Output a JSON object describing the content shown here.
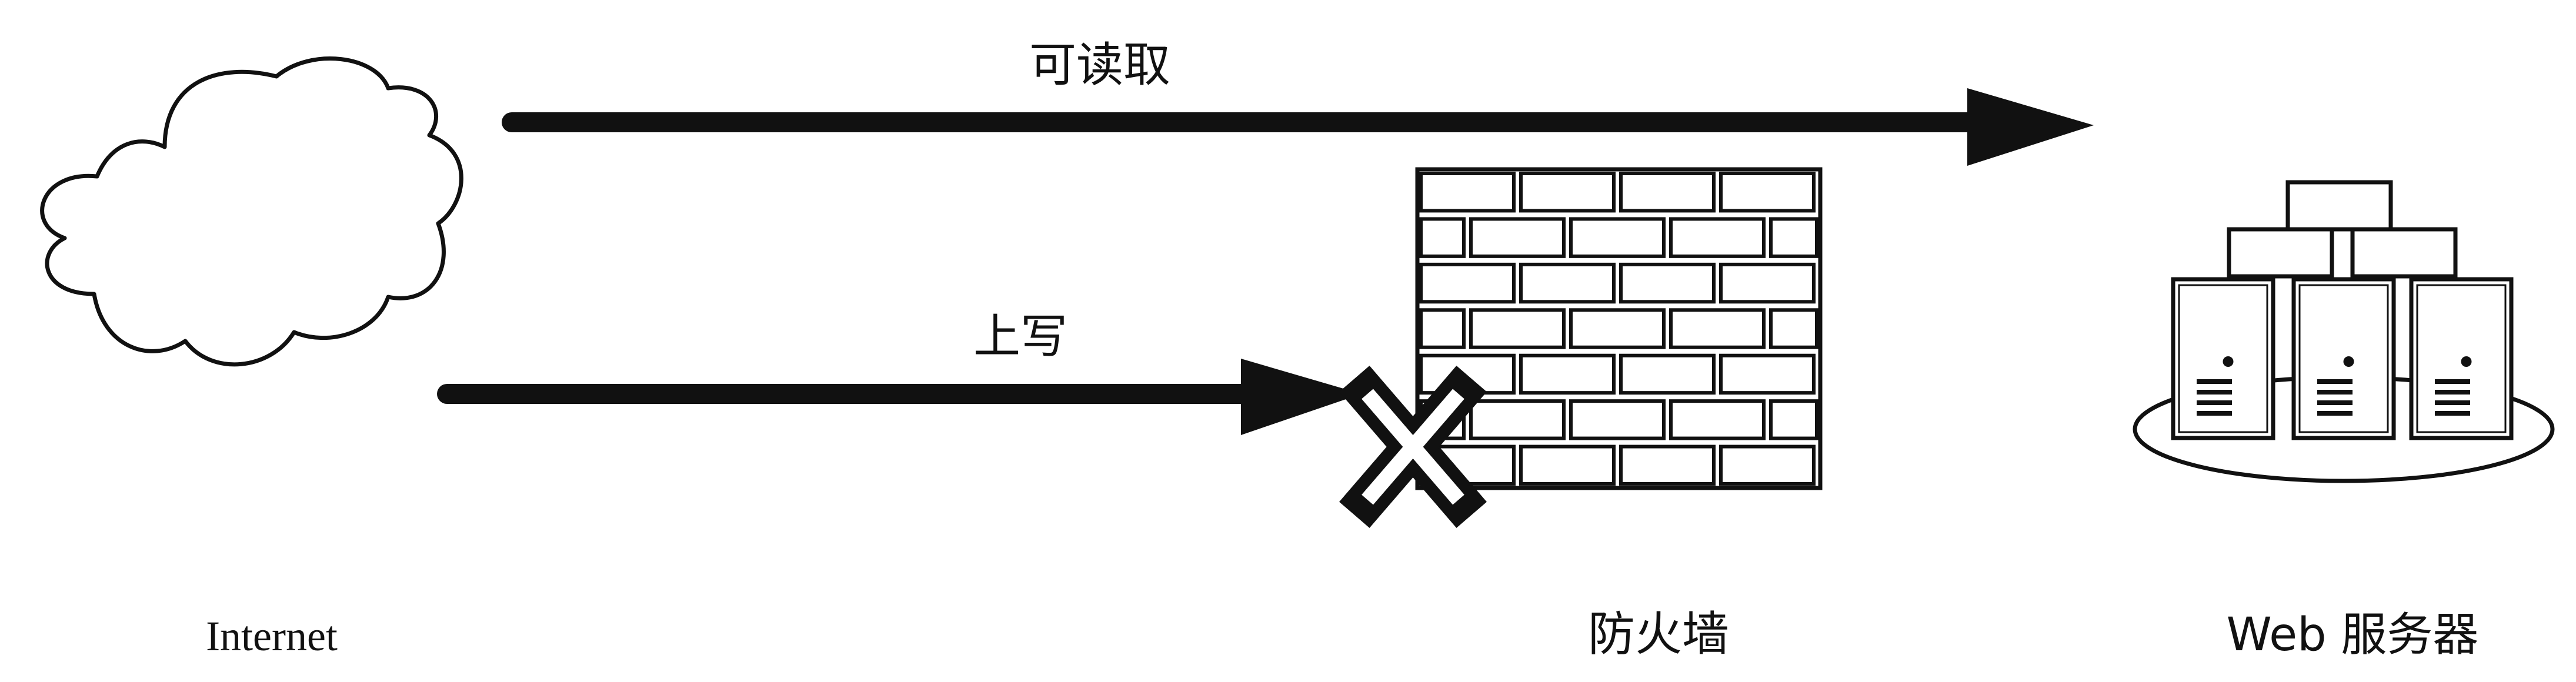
{
  "arrows": {
    "read_label": "可读取",
    "write_label": "上写"
  },
  "labels": {
    "internet": "Internet",
    "firewall": "防火墙",
    "web_server": "Web 服务器"
  },
  "icons": {
    "internet": "cloud-icon",
    "firewall": "brick-wall-icon",
    "blocked": "x-mark-icon",
    "web_server": "server-cluster-icon"
  },
  "colors": {
    "ink": "#111111",
    "background": "#ffffff"
  }
}
